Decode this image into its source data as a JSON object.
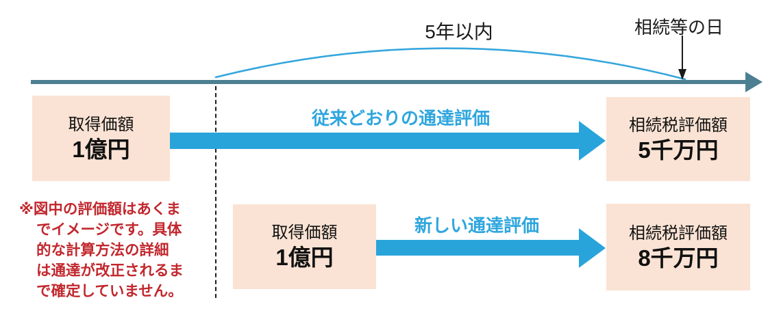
{
  "colors": {
    "accent_blue": "#29a4db",
    "timeline_teal": "#4d7f92",
    "box_peach": "#fae3d4",
    "note_red": "#c1272d",
    "text_black": "#1a1a1a"
  },
  "timeline": {
    "duration_label": "5年以内",
    "event_label": "相続等の日"
  },
  "rows": [
    {
      "source_label": "取得価額",
      "source_value": "1億円",
      "arrow_label": "従来どおりの通達評価",
      "result_label": "相続税評価額",
      "result_value": "5千万円"
    },
    {
      "source_label": "取得価額",
      "source_value": "1億円",
      "arrow_label": "新しい通達評価",
      "result_label": "相続税評価額",
      "result_value": "8千万円"
    }
  ],
  "note": {
    "lines": [
      "※図中の評価額はあくま",
      "でイメージです。具体",
      "的な計算方法の詳細",
      "は通達が改正されるま",
      "で確定していません。"
    ]
  }
}
